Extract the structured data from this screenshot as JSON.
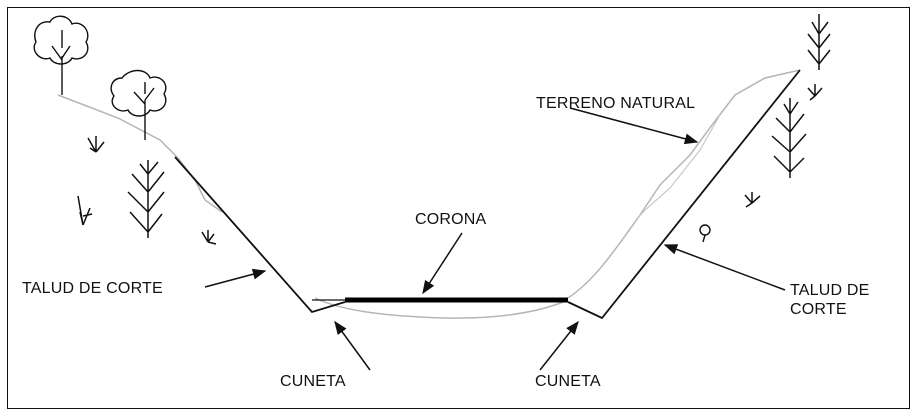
{
  "labels": {
    "terreno_natural": "TERRENO NATURAL",
    "corona": "CORONA",
    "talud_left": "TALUD DE CORTE",
    "talud_right": "TALUD DE\nCORTE",
    "cuneta_left": "CUNETA",
    "cuneta_right": "CUNETA"
  },
  "colors": {
    "ink": "#111111",
    "terrain": "#b5b5b5",
    "road": "#000000"
  }
}
